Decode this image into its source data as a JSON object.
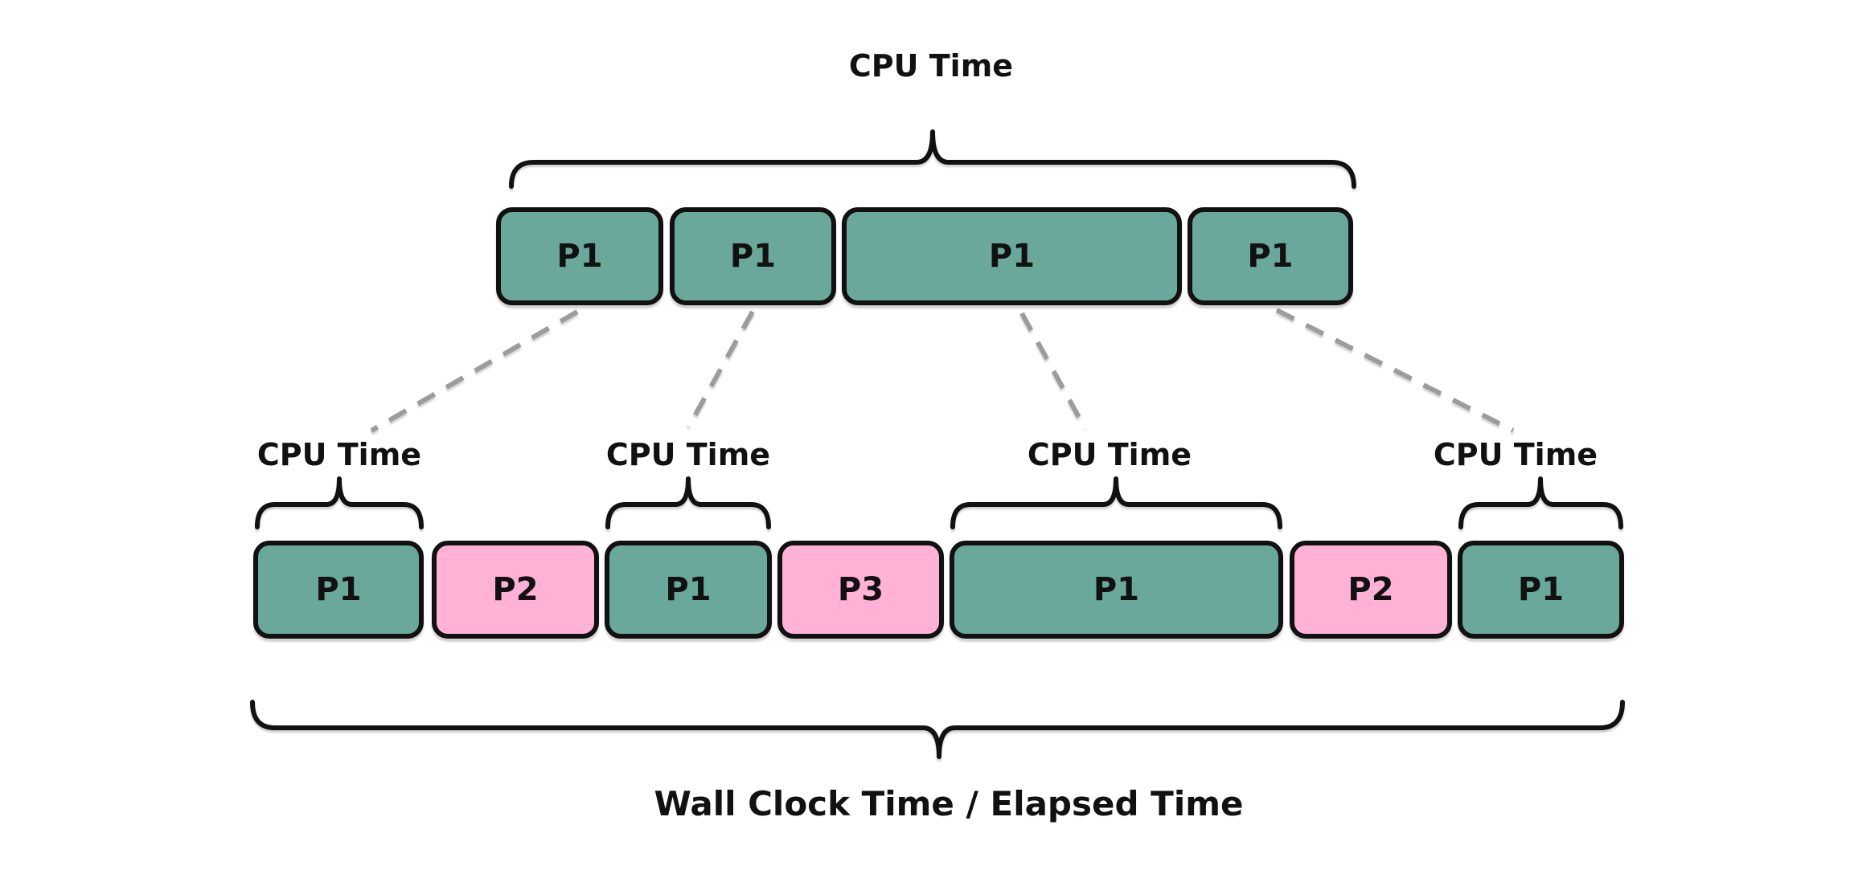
{
  "diagram": {
    "top_group": {
      "label": "CPU Time",
      "blocks": [
        {
          "label": "P1"
        },
        {
          "label": "P1"
        },
        {
          "label": "P1"
        },
        {
          "label": "P1"
        }
      ]
    },
    "bottom_group": {
      "cpu_labels": [
        "CPU Time",
        "CPU Time",
        "CPU Time",
        "CPU Time"
      ],
      "blocks": [
        {
          "label": "P1",
          "type": "p1"
        },
        {
          "label": "P2",
          "type": "other"
        },
        {
          "label": "P1",
          "type": "p1"
        },
        {
          "label": "P3",
          "type": "other"
        },
        {
          "label": "P1",
          "type": "p1"
        },
        {
          "label": "P2",
          "type": "other"
        },
        {
          "label": "P1",
          "type": "p1"
        }
      ],
      "footer_label": "Wall Clock Time / Elapsed Time"
    },
    "colors": {
      "p1": "#6AA89B",
      "other": "#FFB1D6",
      "outline": "#111111",
      "connector": "#9C9C9C"
    }
  }
}
